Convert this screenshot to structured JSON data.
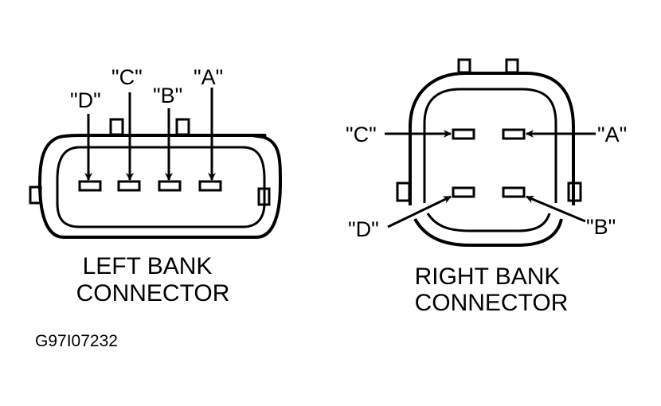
{
  "diagram": {
    "figure_id": "G97I07232",
    "left_connector": {
      "caption_line1": "LEFT BANK",
      "caption_line2": "CONNECTOR",
      "pins": [
        {
          "label": "\"D\""
        },
        {
          "label": "\"C\""
        },
        {
          "label": "\"B\""
        },
        {
          "label": "\"A\""
        }
      ]
    },
    "right_connector": {
      "caption_line1": "RIGHT BANK",
      "caption_line2": "CONNECTOR",
      "pins": [
        {
          "label": "\"C\""
        },
        {
          "label": "\"A\""
        },
        {
          "label": "\"D\""
        },
        {
          "label": "\"B\""
        }
      ]
    }
  }
}
